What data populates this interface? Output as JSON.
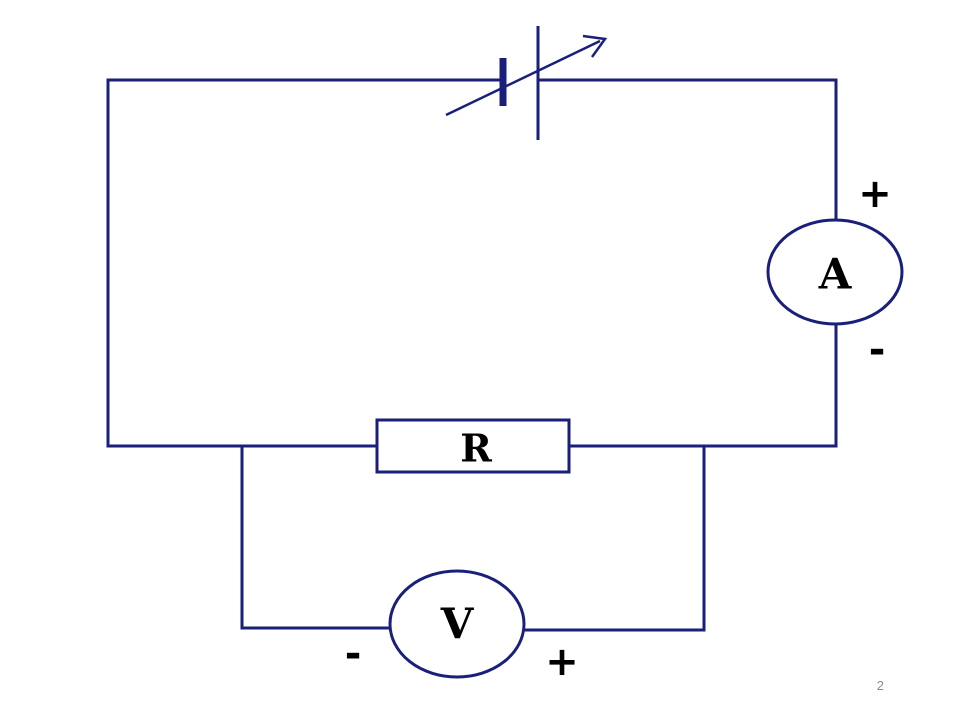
{
  "diagram": {
    "components": {
      "resistor": {
        "label": "R"
      },
      "ammeter": {
        "label": "A",
        "plus_sign": "+",
        "minus_sign": "-"
      },
      "voltmeter": {
        "label": "V",
        "plus_sign": "+",
        "minus_sign": "-"
      },
      "battery": {
        "symbol": "variable-cell"
      }
    },
    "colors": {
      "wire": "#1a1f7a",
      "text": "#000000",
      "background": "#ffffff"
    }
  },
  "slide": {
    "page_number": "2"
  }
}
